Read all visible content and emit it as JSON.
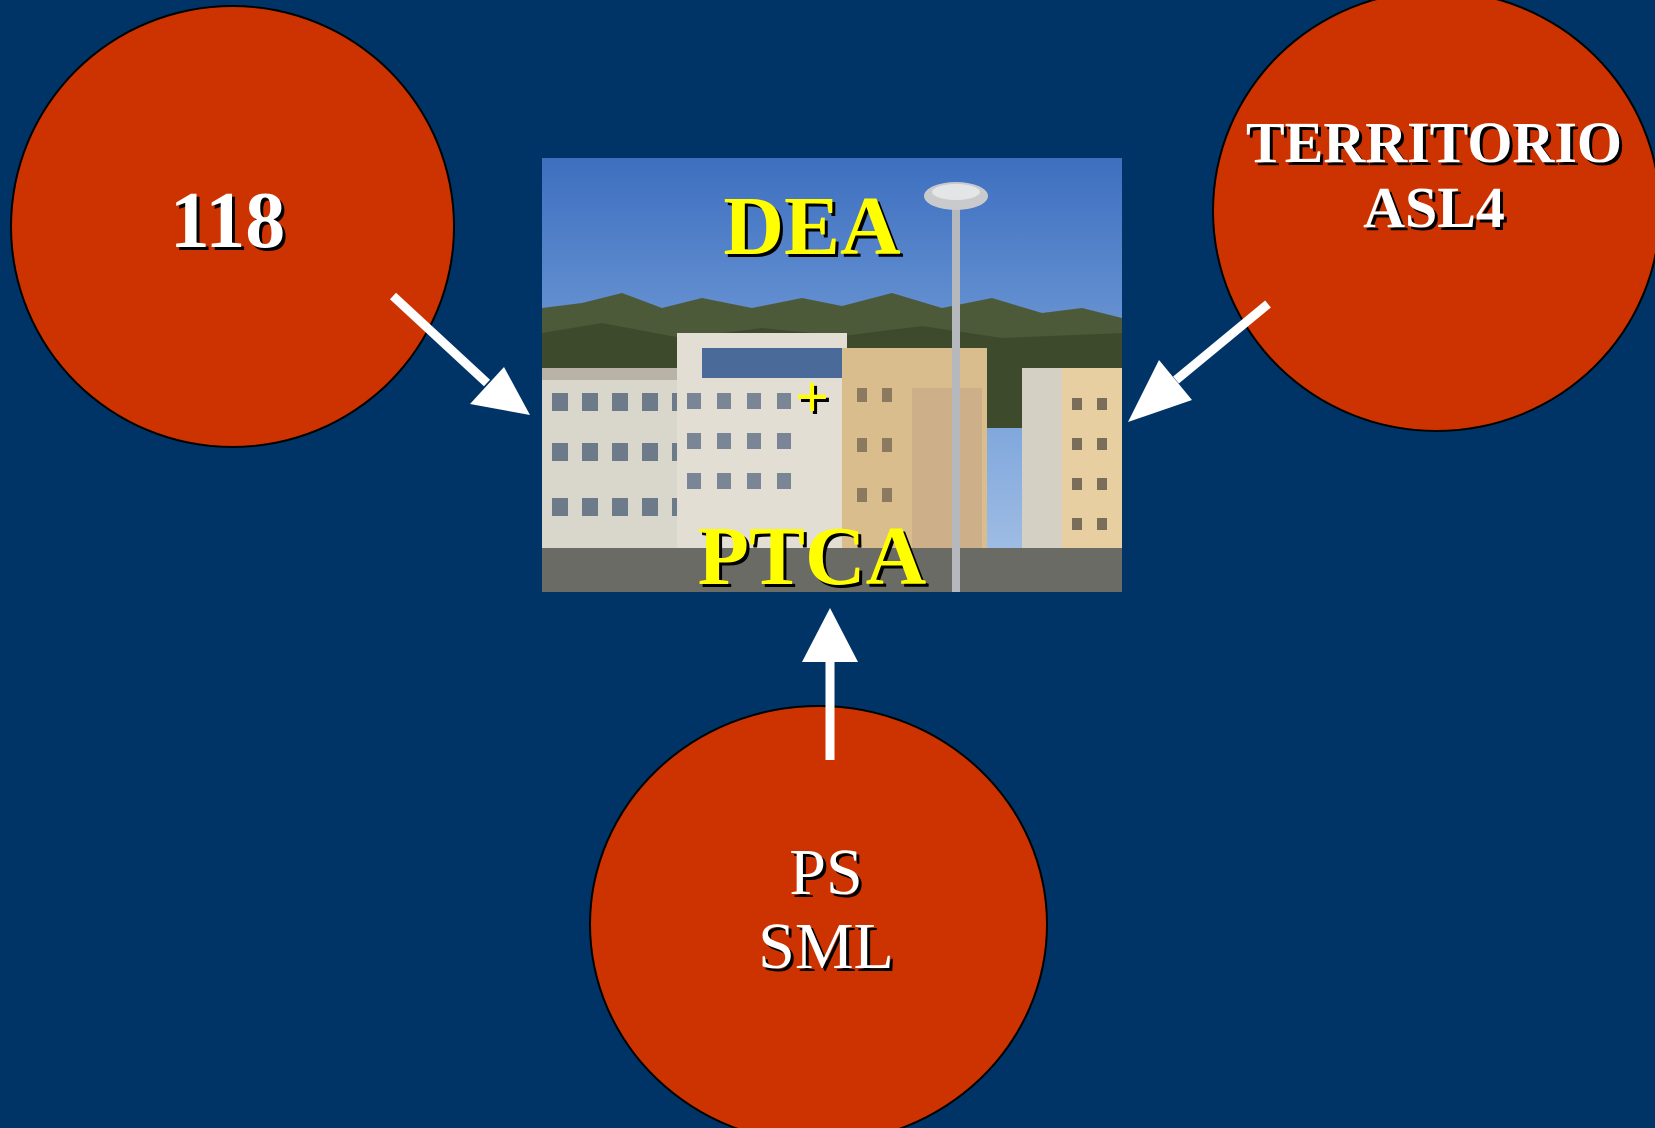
{
  "nodes": {
    "n118": {
      "lines": [
        "118"
      ]
    },
    "territorio": {
      "lines": [
        "TERRITORIO",
        "ASL4"
      ]
    },
    "ps": {
      "lines": [
        "PS",
        "SML"
      ]
    }
  },
  "center": {
    "top_label": "DEA",
    "middle_label": "+",
    "bottom_label": "PTCA"
  },
  "colors": {
    "background": "#003366",
    "node_fill": "#cc3300",
    "node_text": "#ffffff",
    "photo_text": "#ffff00",
    "arrow": "#ffffff"
  }
}
